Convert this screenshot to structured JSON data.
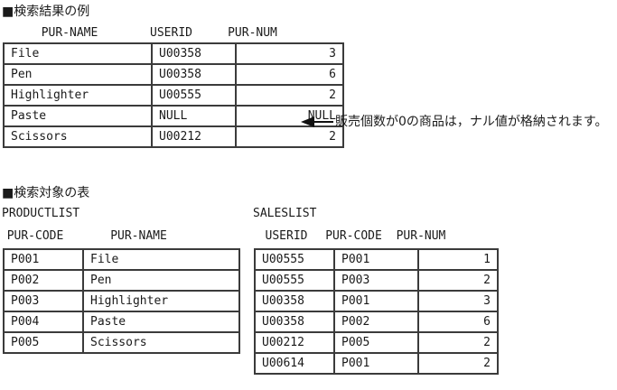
{
  "page": {
    "background": "#ffffff",
    "border_color": "#3b3b3b",
    "text_color": "#1a1a1a"
  },
  "section_result": {
    "title": "■検索結果の例",
    "table": {
      "headers": [
        "PUR-NAME",
        "USERID",
        "PUR-NUM"
      ],
      "rows": [
        [
          "File",
          "U00358",
          "3"
        ],
        [
          "Pen",
          "U00358",
          "6"
        ],
        [
          "Highlighter",
          "U00555",
          "2"
        ],
        [
          "Paste",
          "NULL",
          "NULL"
        ],
        [
          "Scissors",
          "U00212",
          "2"
        ]
      ]
    },
    "annotation": {
      "icon": "left-arrow",
      "text": "販売個数が0の商品は，ナル値が格納されます。"
    }
  },
  "section_sources": {
    "title": "■検索対象の表",
    "productlist": {
      "label": "PRODUCTLIST",
      "headers": [
        "PUR-CODE",
        "PUR-NAME"
      ],
      "rows": [
        [
          "P001",
          "File"
        ],
        [
          "P002",
          "Pen"
        ],
        [
          "P003",
          "Highlighter"
        ],
        [
          "P004",
          "Paste"
        ],
        [
          "P005",
          "Scissors"
        ]
      ]
    },
    "saleslist": {
      "label": "SALESLIST",
      "headers": [
        "USERID",
        "PUR-CODE",
        "PUR-NUM"
      ],
      "rows": [
        [
          "U00555",
          "P001",
          "1"
        ],
        [
          "U00555",
          "P003",
          "2"
        ],
        [
          "U00358",
          "P001",
          "3"
        ],
        [
          "U00358",
          "P002",
          "6"
        ],
        [
          "U00212",
          "P005",
          "2"
        ],
        [
          "U00614",
          "P001",
          "2"
        ]
      ]
    }
  }
}
